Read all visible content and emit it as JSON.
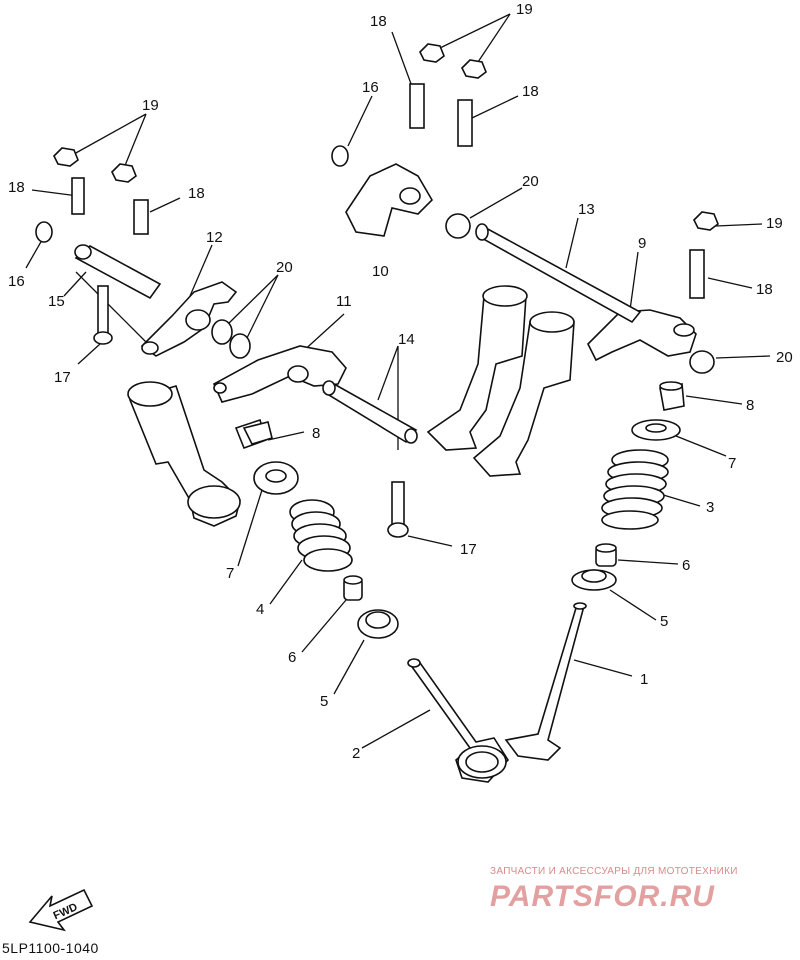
{
  "callouts": [
    {
      "id": "1",
      "text": "1"
    },
    {
      "id": "2",
      "text": "2"
    },
    {
      "id": "3",
      "text": "3"
    },
    {
      "id": "4",
      "text": "4"
    },
    {
      "id": "5",
      "text": "5"
    },
    {
      "id": "6",
      "text": "6"
    },
    {
      "id": "7",
      "text": "7"
    },
    {
      "id": "8",
      "text": "8"
    },
    {
      "id": "9",
      "text": "9"
    },
    {
      "id": "10",
      "text": "10"
    },
    {
      "id": "11",
      "text": "11"
    },
    {
      "id": "12",
      "text": "12"
    },
    {
      "id": "13",
      "text": "13"
    },
    {
      "id": "14",
      "text": "14"
    },
    {
      "id": "15",
      "text": "15"
    },
    {
      "id": "16",
      "text": "16"
    },
    {
      "id": "17",
      "text": "17"
    },
    {
      "id": "18",
      "text": "18"
    },
    {
      "id": "19",
      "text": "19"
    },
    {
      "id": "20",
      "text": "20"
    }
  ],
  "fwd_label": "FWD",
  "diagram_code": "5LP1100-1040",
  "watermark": {
    "tagline": "ЗАПЧАСТИ И АКСЕССУАРЫ ДЛЯ МОТОТЕХНИКИ",
    "logo": "PARTSFOR.RU",
    "color": "#e2a0a0"
  }
}
